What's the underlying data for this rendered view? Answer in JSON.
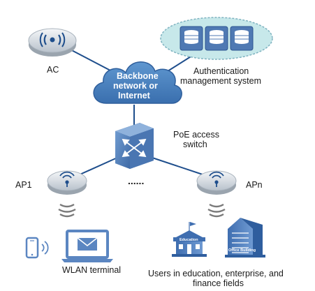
{
  "labels": {
    "ac": "AC",
    "auth": [
      "Authentication",
      "management system"
    ],
    "cloud": [
      "Backbone",
      "network or",
      "Internet"
    ],
    "poe": [
      "PoE access",
      "switch"
    ],
    "ap1": "AP1",
    "apn": "APn",
    "dots": "......",
    "wlan_terminal": "WLAN terminal",
    "users": [
      "Users in education, enterprise, and",
      "finance fields"
    ],
    "education": "Education",
    "office": "Office Building"
  },
  "colors": {
    "line": "#1e4e8c",
    "cloud": "#4d86c2",
    "ellipse": "#c7e8ea",
    "device": "#5a84b8",
    "wave": "#7a7a7a",
    "laptop": "#5b86c1"
  },
  "icons": [
    "ac-device-icon",
    "server-icon",
    "cloud-icon",
    "poe-switch-icon",
    "access-point-icon",
    "wifi-waves-icon",
    "phone-icon",
    "laptop-icon",
    "school-building-icon",
    "office-building-icon"
  ]
}
